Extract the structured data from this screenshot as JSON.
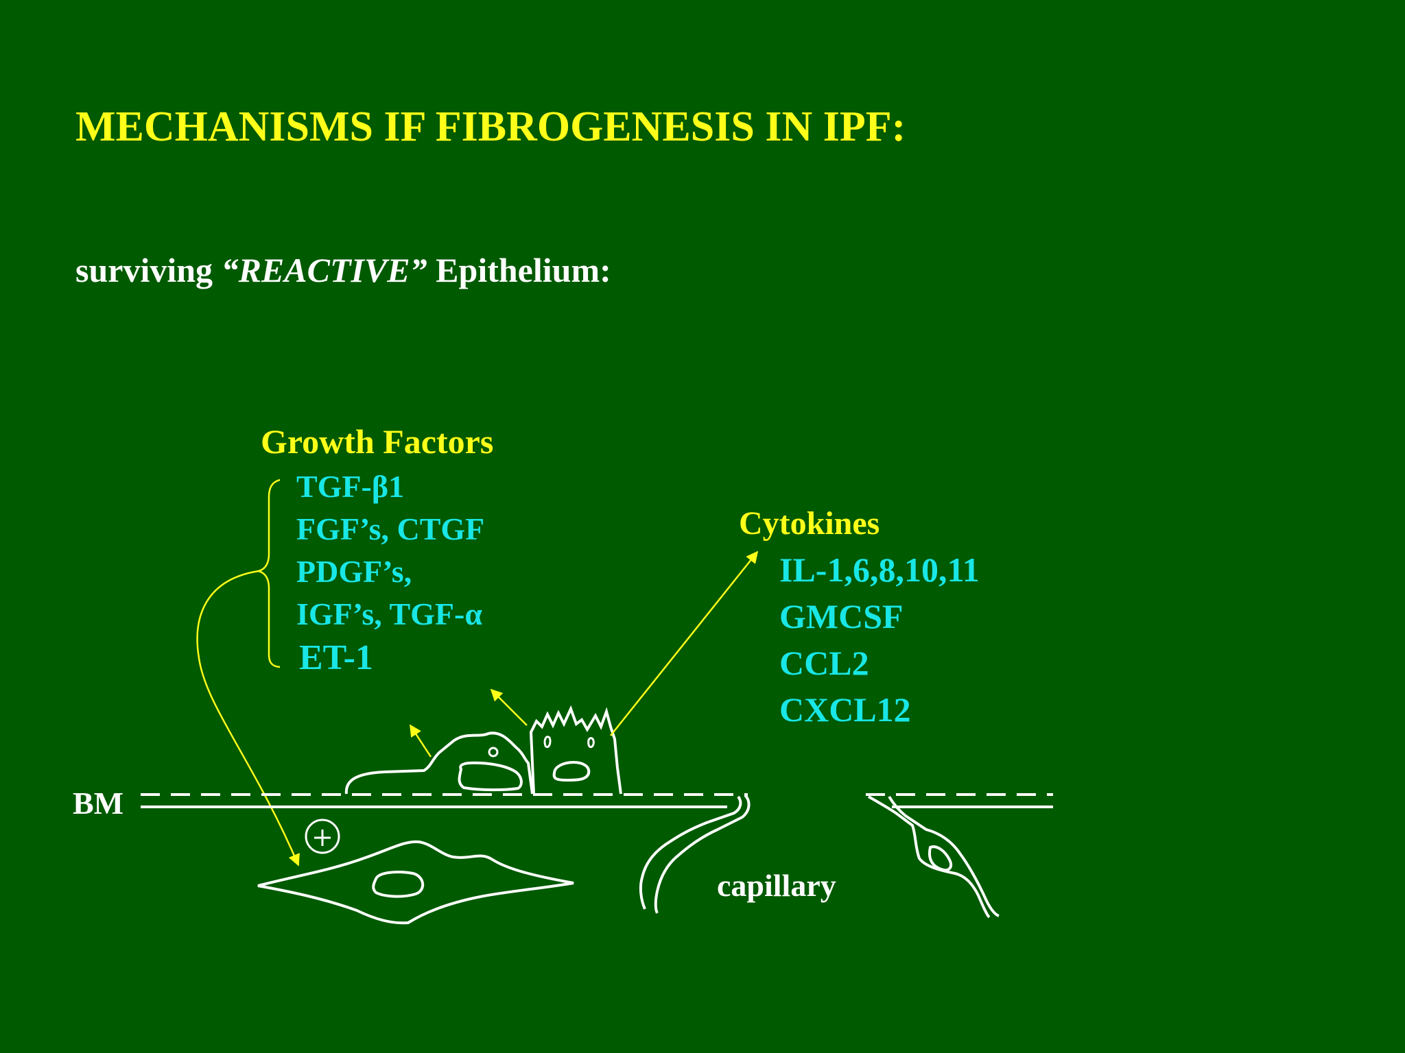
{
  "title": "MECHANISMS IF FIBROGENESIS IN IPF:",
  "subtitle": {
    "prefix": "surviving ",
    "emphasis": "“REACTIVE”",
    "suffix": " Epithelium:"
  },
  "growth_factors": {
    "heading": "Growth Factors",
    "items": [
      "TGF-β1",
      "FGF’s, CTGF",
      "PDGF’s,",
      "IGF’s, TGF-α",
      "ET-1"
    ]
  },
  "cytokines": {
    "heading": "Cytokines",
    "items": [
      "IL-1,6,8,10,11",
      "GMCSF",
      "CCL2",
      "CXCL12"
    ]
  },
  "labels": {
    "basement_membrane": "BM",
    "capillary": "capillary",
    "stimulation_symbol": "+"
  },
  "colors": {
    "background": "#005a00",
    "heading": "#ffff19",
    "list_text": "#19e6e6",
    "drawing": "#ffffff",
    "arrows": "#ffff19"
  }
}
